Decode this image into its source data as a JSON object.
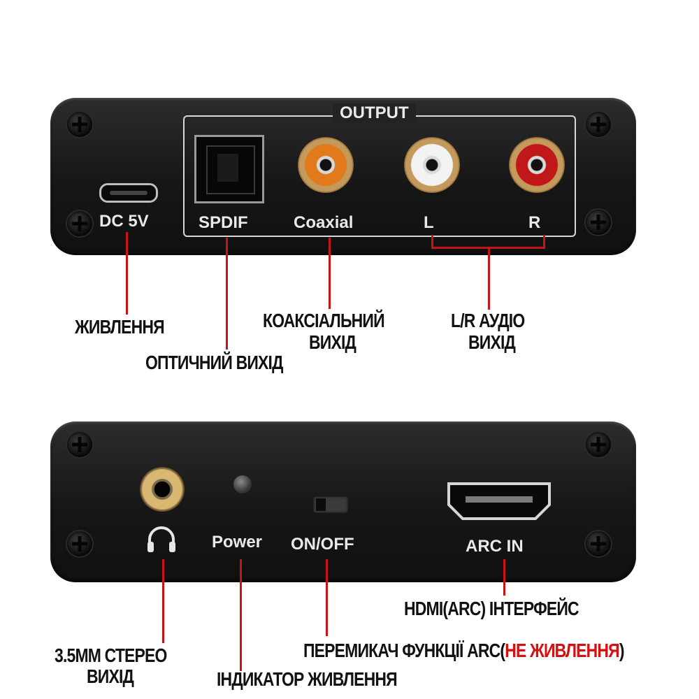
{
  "top_panel": {
    "output_title": "OUTPUT",
    "dc_label": "DC 5V",
    "spdif_label": "SPDIF",
    "coaxial_label": "Coaxial",
    "left_label": "L",
    "right_label": "R"
  },
  "bottom_panel": {
    "power_label": "Power",
    "onoff_label": "ON/OFF",
    "arc_label": "ARC IN"
  },
  "callouts": {
    "power_supply": "ЖИВЛЕННЯ",
    "optical_out": "ОПТИЧНИЙ ВИХІД",
    "coaxial_out_line1": "КОАКСІАЛЬНИЙ",
    "coaxial_out_line2": "ВИХІД",
    "lr_audio_line1": "L/R АУДІО",
    "lr_audio_line2": "ВИХІД",
    "hdmi_arc": "HDMI(ARC) ІНТЕРФЕЙС",
    "stereo_line1": "3.5ММ СТЕРЕО",
    "stereo_line2": "ВИХІД",
    "arc_switch_prefix": "ПЕРЕМИКАЧ ФУНКЦІЇ ARC(",
    "arc_switch_highlight": "НЕ ЖИВЛЕННЯ",
    "arc_switch_suffix": ")",
    "power_indicator": "ІНДИКАТОР ЖИВЛЕННЯ"
  },
  "colors": {
    "callout_line": "#c81414",
    "highlight_text": "#d41010",
    "rca_coaxial": "#e07a1a",
    "rca_left": "#f2f2f2",
    "rca_right": "#c01818"
  },
  "icons": [
    "screw-icon",
    "headphone-icon",
    "hdmi-port-icon",
    "micro-usb-port-icon",
    "optical-port-icon"
  ]
}
